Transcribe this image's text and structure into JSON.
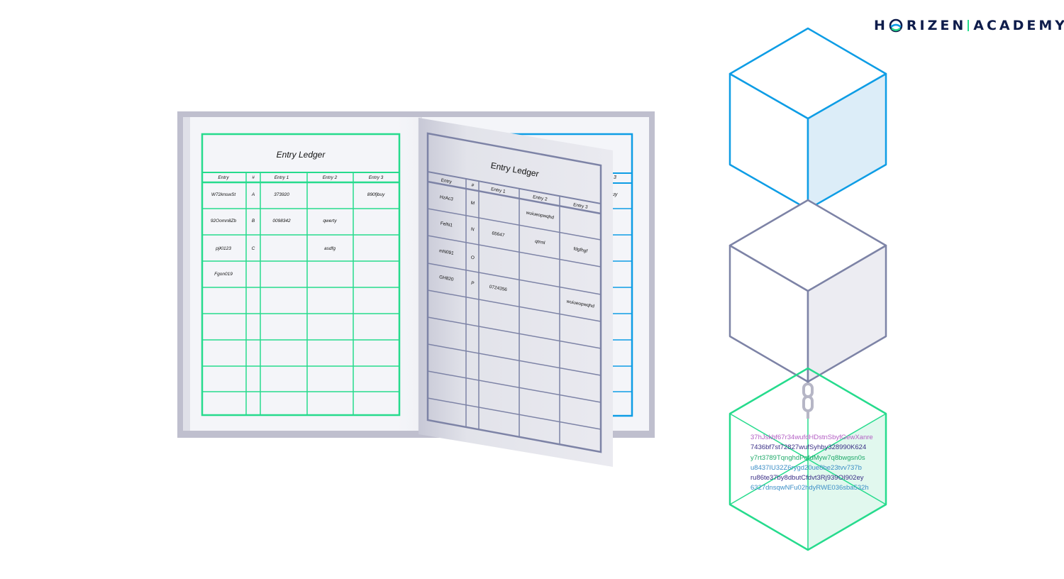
{
  "brand": {
    "logo_left": "H",
    "logo_right": "RIZEN",
    "logo_academy": "ACADEMY",
    "colors": {
      "navy": "#0e1c4b",
      "green": "#26db8d",
      "blue": "#0e9de5"
    }
  },
  "ledger_left": {
    "title": "Entry Ledger",
    "headers": [
      "Entry",
      "#",
      "Entry 1",
      "Entry 2",
      "Entry 3"
    ],
    "rows": [
      [
        "W72knswSt",
        "A",
        "373920",
        "",
        "890fjbuy"
      ],
      [
        "92Oomn8Zb",
        "B",
        "0098342",
        "qwerty",
        ""
      ],
      [
        "pjKl123",
        "C",
        "",
        "asdfg",
        ""
      ],
      [
        "Fgon019",
        "",
        "",
        "",
        ""
      ],
      [
        "",
        "",
        "",
        "",
        ""
      ],
      [
        "",
        "",
        "",
        "",
        ""
      ],
      [
        "",
        "",
        "",
        "",
        ""
      ],
      [
        "",
        "",
        "",
        "",
        ""
      ],
      [
        "",
        "",
        "",
        "",
        ""
      ]
    ],
    "border_color": "#26db8d"
  },
  "ledger_right": {
    "title": "Entry Ledger",
    "headers": [
      "Entry",
      "#",
      "Entry 1",
      "Entry 2",
      "Entry 3"
    ],
    "rows": [
      [
        "HzAc3",
        "M",
        "",
        "wuiueopwqhd",
        ""
      ],
      [
        "FelN1",
        "N",
        "65647",
        "qtrml",
        "fdgfhgf"
      ],
      [
        "mN091",
        "O",
        "",
        "",
        ""
      ],
      [
        "GH820",
        "P",
        "0724356",
        "",
        "wuiueopwqhd"
      ]
    ],
    "border_color": "#7d83a6"
  },
  "back_page": {
    "visible_header": "3",
    "visible_cell": "uy",
    "border_color": "#0e9de5"
  },
  "blockchain": {
    "blocks": [
      {
        "name": "block-1",
        "stroke": "#0e9de5",
        "side_fill": "#dcedf8"
      },
      {
        "name": "block-2",
        "stroke": "#7d83a6",
        "side_fill": "#ececf2"
      },
      {
        "name": "block-3",
        "stroke": "#26db8d",
        "side_fill": "#e1f8ee"
      }
    ],
    "hash_lines": [
      {
        "text": "37hJskbf67r34wufdHDstnSbyfGewXanre",
        "color": "#b35fc4"
      },
      {
        "text": "7436bf7st72827wufSyhby328990K624",
        "color": "#3a2f86"
      },
      {
        "text": "y7rt3789TqnghdPqfdMyw7q8bwgsn0s",
        "color": "#1fa96a"
      },
      {
        "text": "u8437IU32Z6rygd20ue8be23tvv737b",
        "color": "#3b8ec6"
      },
      {
        "text": "ru86te37by8dbutCfdvt3Rj939OI902ey",
        "color": "#3a2f86"
      },
      {
        "text": "6327dnsqwNFu02hdyRWE036sba532h",
        "color": "#3b8ec6"
      }
    ],
    "chain_color": "#b6b6c6"
  }
}
